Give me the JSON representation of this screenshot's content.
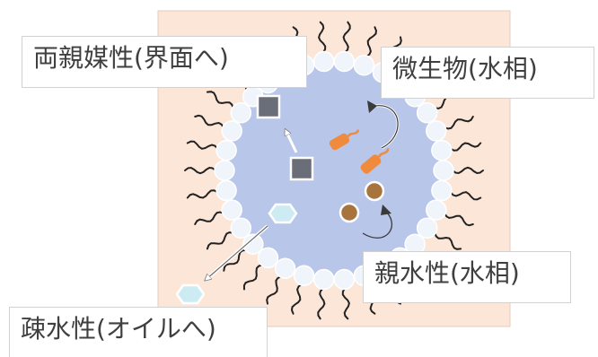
{
  "labels": {
    "amphiphilic": "両親媒性(界面へ)",
    "microbe": "微生物(水相)",
    "hydrophilic": "親水性(水相)",
    "hydrophobic": "疎水性(オイルへ)"
  },
  "colors": {
    "oil_background": "#fce6d8",
    "water_phase": "#b8c6ea",
    "interface_bead": "#f0f4fb",
    "tail": "#222222",
    "amphiphilic_square": "#6a6e78",
    "microbe_body": "#f08a3c",
    "hydrophilic_particle": "#a8743e",
    "hydrophobic_hexagon": "#cdebf2",
    "arrow": "#ffffff"
  },
  "icons": [
    "amphiphilic-square-icon",
    "microbe-rod-icon",
    "hydrophilic-particle-icon",
    "hydrophobic-hexagon-icon",
    "curved-arrow-icon",
    "straight-arrow-icon"
  ]
}
